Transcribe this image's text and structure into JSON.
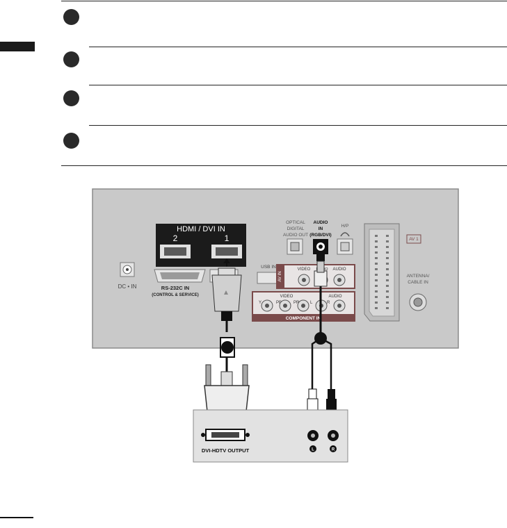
{
  "steps": [
    {
      "marker": "step-1"
    },
    {
      "marker": "step-2"
    },
    {
      "marker": "step-3"
    },
    {
      "marker": "step-4"
    }
  ],
  "panel": {
    "hdmi_title": "HDMI / DVI IN",
    "hdmi_port_2": "2",
    "hdmi_port_1": "1",
    "optical_label_1": "OPTICAL",
    "optical_label_2": "DIGITAL",
    "optical_label_3": "AUDIO OUT",
    "audio_in_label_1": "AUDIO",
    "audio_in_label_2": "IN",
    "audio_in_label_3": "(RGB/DVI)",
    "headphone_label": "H/P",
    "dc_in_label": "DC • IN",
    "rs232_label_1": "RS-232C IN",
    "rs232_label_2": "(CONTROL & SERVICE)",
    "usb_label": "USB IN",
    "av_in_label": "AV IN",
    "video_label": "VIDEO",
    "mono_label": "MONO",
    "audio_label": "AUDIO",
    "component_video_label": "VIDEO",
    "component_audio_label": "AUDIO",
    "component_y": "Y",
    "component_pb": "PB",
    "component_pr": "PR",
    "component_l": "L",
    "component_r": "R",
    "component_in_label": "COMPONENT IN",
    "av_out_label": "AV 1",
    "antenna_label_1": "ANTENNA/",
    "antenna_label_2": "CABLE IN"
  },
  "device": {
    "output_label": "DVI-HDTV OUTPUT",
    "left_jack_label": "L",
    "right_jack_label": "R"
  }
}
